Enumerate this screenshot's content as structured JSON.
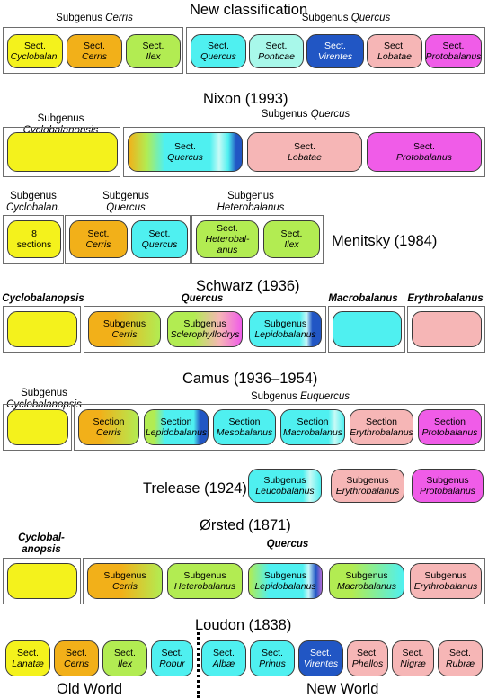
{
  "new": {
    "title": "New classification",
    "cerris_label": "Subgenus",
    "cerris_name": "Cerris",
    "quercus_label": "Subgenus",
    "quercus_name": "Quercus",
    "sect": "Sect.",
    "b1": "Cyclobalan.",
    "b2": "Cerris",
    "b3": "Ilex",
    "b4": "Quercus",
    "b5": "Ponticae",
    "b6": "Virentes",
    "b7": "Lobatae",
    "b8": "Protobalanus"
  },
  "nixon": {
    "title": "Nixon (1993)",
    "l1a": "Subgenus",
    "l1b": "Cyclobalanopsis",
    "l2a": "Subgenus",
    "l2b": "Quercus",
    "sect": "Sect.",
    "b2": "Quercus",
    "b3": "Lobatae",
    "b4": "Protobalanus"
  },
  "menitsky": {
    "title": "Menitsky (1984)",
    "l1a": "Subgenus",
    "l1b": "Cyclobalan.",
    "l2a": "Subgenus",
    "l2b": "Quercus",
    "l3a": "Subgenus",
    "l3b": "Heterobalanus",
    "b1a": "8",
    "b1b": "sections",
    "sect": "Sect.",
    "b2": "Cerris",
    "b3": "Quercus",
    "b4a": "Heterobal-",
    "b4b": "anus",
    "b5": "Ilex"
  },
  "schwarz": {
    "title": "Schwarz (1936)",
    "g1": "Cyclobalanopsis",
    "g2": "Quercus",
    "g3": "Macrobalanus",
    "g4": "Erythrobalanus",
    "sub": "Subgenus",
    "b2": "Cerris",
    "b3": "Sclerophyllodrys",
    "b4": "Lepidobalanus"
  },
  "camus": {
    "title": "Camus (1936–1954)",
    "l1a": "Subgenus",
    "l1b": "Cyclobalanopsis",
    "l2a": "Subgenus",
    "l2b": "Euquercus",
    "sec": "Section",
    "b2": "Cerris",
    "b3": "Lepidobalanus",
    "b4": "Mesobalanus",
    "b5": "Macrobalanus",
    "b6": "Erythrobalanus",
    "b7": "Protobalanus"
  },
  "trelease": {
    "title": "Trelease (1924)",
    "sub": "Subgenus",
    "b1": "Leucobalanus",
    "b2": "Erythrobalanus",
    "b3": "Protobalanus"
  },
  "orsted": {
    "title": "Ørsted (1871)",
    "g1a": "Cyclobal-",
    "g1b": "anopsis",
    "g2": "Quercus",
    "sub": "Subgenus",
    "b2": "Cerris",
    "b3": "Heterobalanus",
    "b4": "Lepidobalanus",
    "b5": "Macrobalanus",
    "b6": "Erythrobalanus"
  },
  "loudon": {
    "title": "Loudon (1838)",
    "sect": "Sect.",
    "b1": "Lanatæ",
    "b2": "Cerris",
    "b3": "Ilex",
    "b4": "Robur",
    "b5": "Albæ",
    "b6": "Prinus",
    "b7": "Virentes",
    "b8": "Phellos",
    "b9": "Nigræ",
    "b10": "Rubræ",
    "old": "Old World",
    "new": "New World"
  }
}
